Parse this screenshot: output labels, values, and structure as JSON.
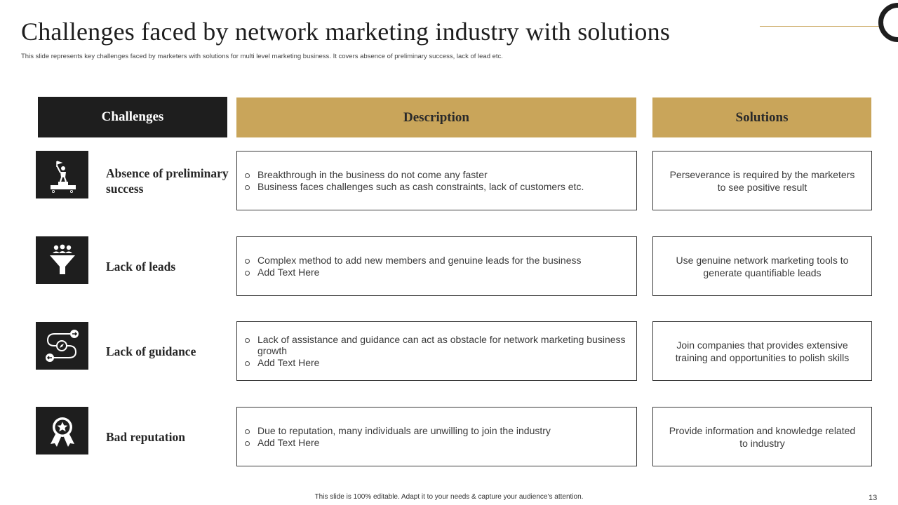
{
  "title": "Challenges faced by network marketing industry with solutions",
  "subtitle": "This slide represents key challenges faced by marketers with solutions for multi level marketing business. It covers absence of preliminary success, lack of lead etc.",
  "headers": {
    "challenges": "Challenges",
    "description": "Description",
    "solutions": "Solutions"
  },
  "rows": [
    {
      "challenge": "Absence of preliminary success",
      "icon": "podium-winner-icon",
      "description": [
        "Breakthrough in the business do not come any faster",
        "Business faces challenges such as cash constraints, lack of customers etc."
      ],
      "solution": "Perseverance is required by the marketers to see positive result"
    },
    {
      "challenge": "Lack of leads",
      "icon": "people-funnel-icon",
      "description": [
        "Complex method to add new members and genuine leads for the business",
        "Add Text Here"
      ],
      "solution": "Use genuine network marketing tools to generate quantifiable leads"
    },
    {
      "challenge": "Lack of guidance",
      "icon": "compass-path-icon",
      "description": [
        "Lack of assistance and guidance can act as obstacle for network marketing business growth",
        "Add Text Here"
      ],
      "solution": "Join companies that provides extensive training and opportunities to polish skills"
    },
    {
      "challenge": "Bad reputation",
      "icon": "award-badge-icon",
      "description": [
        "Due to reputation, many individuals are unwilling to join the industry",
        "Add Text Here"
      ],
      "solution": "Provide information and knowledge related to industry"
    }
  ],
  "footer": "This slide is 100% editable.  Adapt it to your needs & capture your audience’s attention.",
  "page_number": "13",
  "colors": {
    "accent_gold": "#c9a55a",
    "dark": "#1e1e1e"
  }
}
